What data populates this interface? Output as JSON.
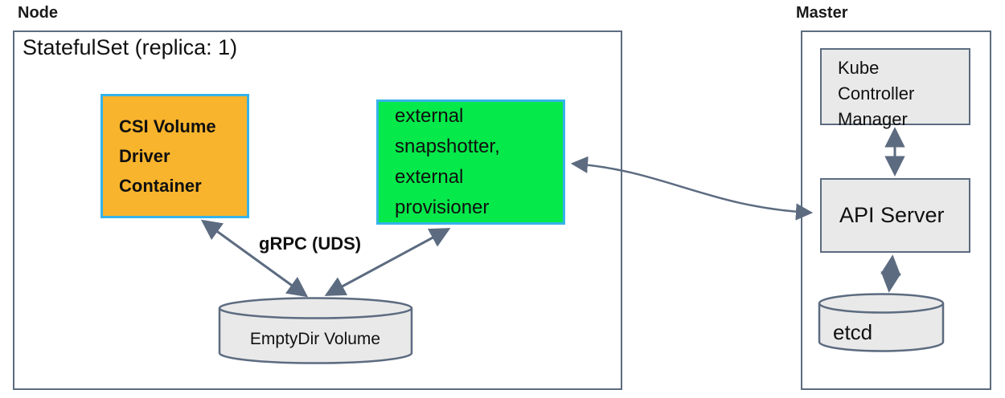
{
  "node": {
    "title": "Node",
    "statefulset": "StatefulSet (replica: 1)",
    "csi_driver": "CSI Volume Driver Container",
    "sidecars": "external snapshotter, external provisioner",
    "grpc": "gRPC (UDS)",
    "emptydir": "EmptyDir Volume"
  },
  "master": {
    "title": "Master",
    "kcm": "Kube Controller Manager",
    "api_server": "API Server",
    "etcd": "etcd"
  },
  "colors": {
    "orange_fill": "#f8b42c",
    "green_fill": "#06e94a",
    "cyan_border": "#35b3ea",
    "gray_fill": "#e9e9e9",
    "line": "#5c6b80",
    "text": "#111111"
  }
}
